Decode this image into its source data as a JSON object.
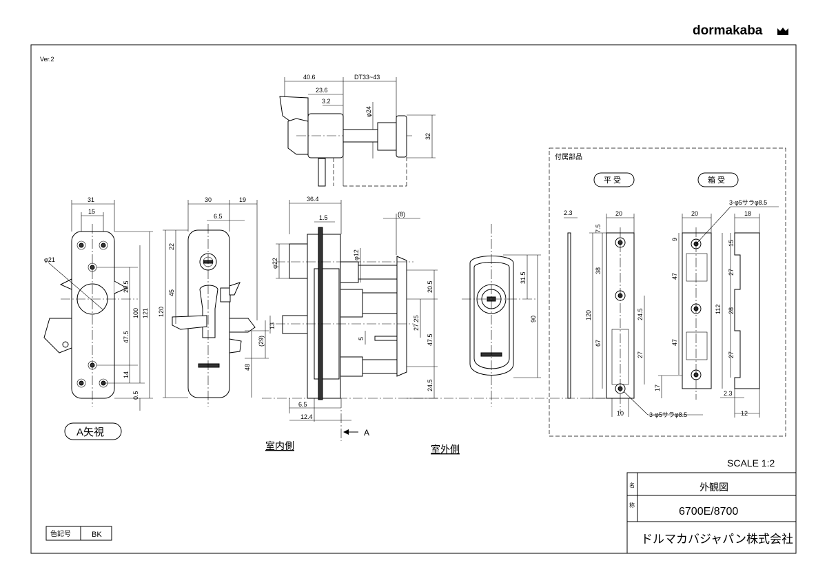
{
  "brand": "dormakaba",
  "version": "Ver.2",
  "scale": "SCALE 1:2",
  "color_code": {
    "label": "色記号",
    "value": "BK"
  },
  "title_block": {
    "name_label": "名",
    "name": "外観図",
    "number_label": "称",
    "model": "6700E/8700",
    "company": "ドルマカバジャパン株式会社"
  },
  "views": {
    "a_view": "A矢視",
    "inside": "室内側",
    "outside": "室外側",
    "arrow_a": "A"
  },
  "accessories": {
    "title": "付属部品",
    "flat_strike": "平 受",
    "box_strike": "箱 受",
    "flat_holes": "3-φ5サラφ8.5",
    "box_holes": "3-φ5サラφ8.5"
  },
  "dims": {
    "top": {
      "d40_6": "40.6",
      "dt": "DT33~43",
      "d23_6": "23.6",
      "d3_2": "3.2",
      "phi24": "φ24",
      "d32": "32"
    },
    "a_view": {
      "d31": "31",
      "d15": "15",
      "phi21": "φ21",
      "d20_5": "20.5",
      "d47_5": "47.5",
      "d14": "14",
      "d100": "100",
      "d121": "121",
      "d0_5": "0.5"
    },
    "inside": {
      "d30": "30",
      "d19": "19",
      "d6_5": "6.5",
      "d22": "22",
      "d45": "45",
      "d120": "120",
      "d29": "(29)",
      "d48": "48"
    },
    "section": {
      "d36_4": "36.4",
      "d1_5": "1.5",
      "phi22": "φ22",
      "phi12": "φ12",
      "d13": "13",
      "d8": "(8)",
      "d20_5": "20.5",
      "d27_25": "27.25",
      "d5": "5",
      "d47_5": "47.5",
      "d24_5": "24.5",
      "d6_5": "6.5",
      "d12_4": "12.4"
    },
    "outside": {
      "d31_5": "31.5",
      "d90": "90"
    },
    "flat": {
      "d2_3": "2.3",
      "d20": "20",
      "d7_5": "7.5",
      "d38": "38",
      "d120": "120",
      "d67": "67",
      "d24_5": "24.5",
      "d27": "27",
      "d17": "17",
      "d10": "10"
    },
    "box": {
      "d20": "20",
      "d18": "18",
      "d9": "9",
      "d15": "15",
      "d47a": "47",
      "d27a": "27",
      "d112": "112",
      "d28": "28",
      "d47b": "47",
      "d27b": "27",
      "d2_3": "2.3",
      "d12": "12"
    }
  }
}
